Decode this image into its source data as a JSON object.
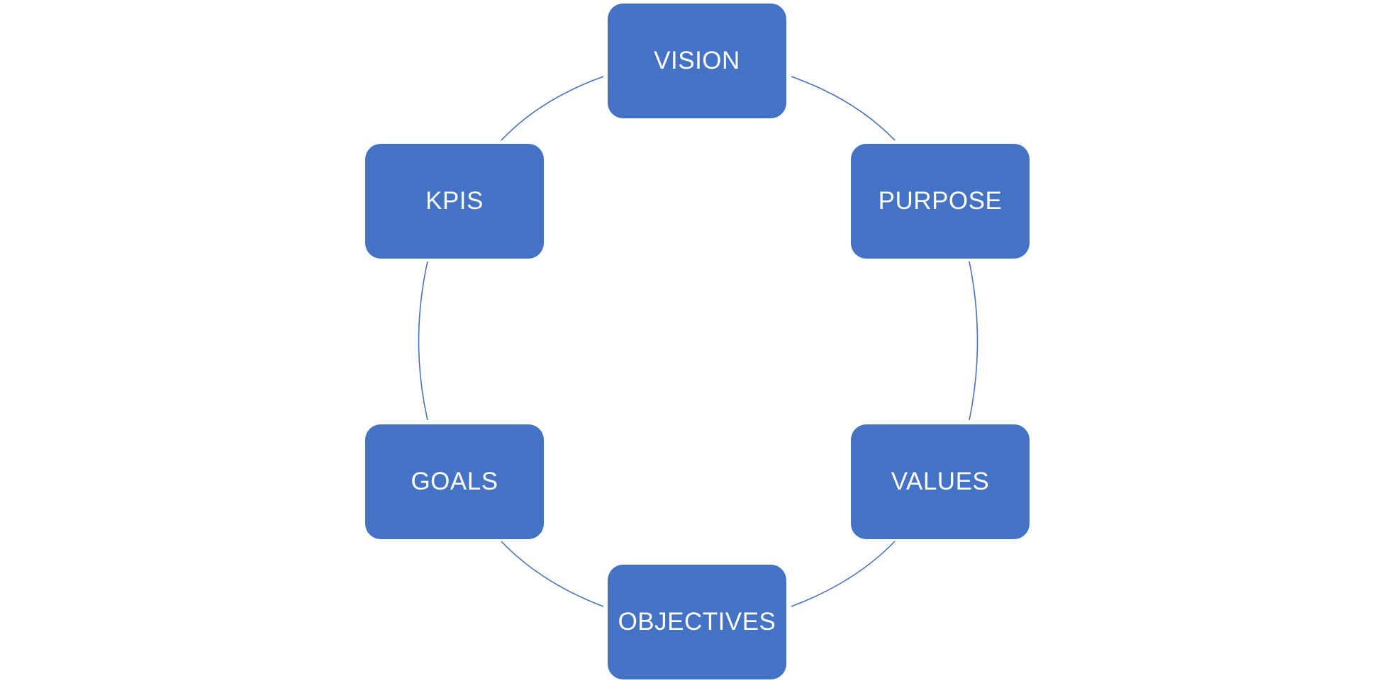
{
  "diagram": {
    "type": "cycle",
    "colors": {
      "node_fill": "#4472C4",
      "connector": "#4472C4",
      "label": "#FFFFFF"
    },
    "nodes": [
      {
        "id": "vision",
        "label": "VISION"
      },
      {
        "id": "purpose",
        "label": "PURPOSE"
      },
      {
        "id": "values",
        "label": "VALUES"
      },
      {
        "id": "objectives",
        "label": "OBJECTIVES"
      },
      {
        "id": "goals",
        "label": "GOALS"
      },
      {
        "id": "kpis",
        "label": "KPIS"
      }
    ],
    "connections": [
      {
        "from": "vision",
        "to": "purpose"
      },
      {
        "from": "purpose",
        "to": "values"
      },
      {
        "from": "values",
        "to": "objectives"
      },
      {
        "from": "objectives",
        "to": "goals"
      },
      {
        "from": "goals",
        "to": "kpis"
      },
      {
        "from": "kpis",
        "to": "vision"
      }
    ]
  }
}
